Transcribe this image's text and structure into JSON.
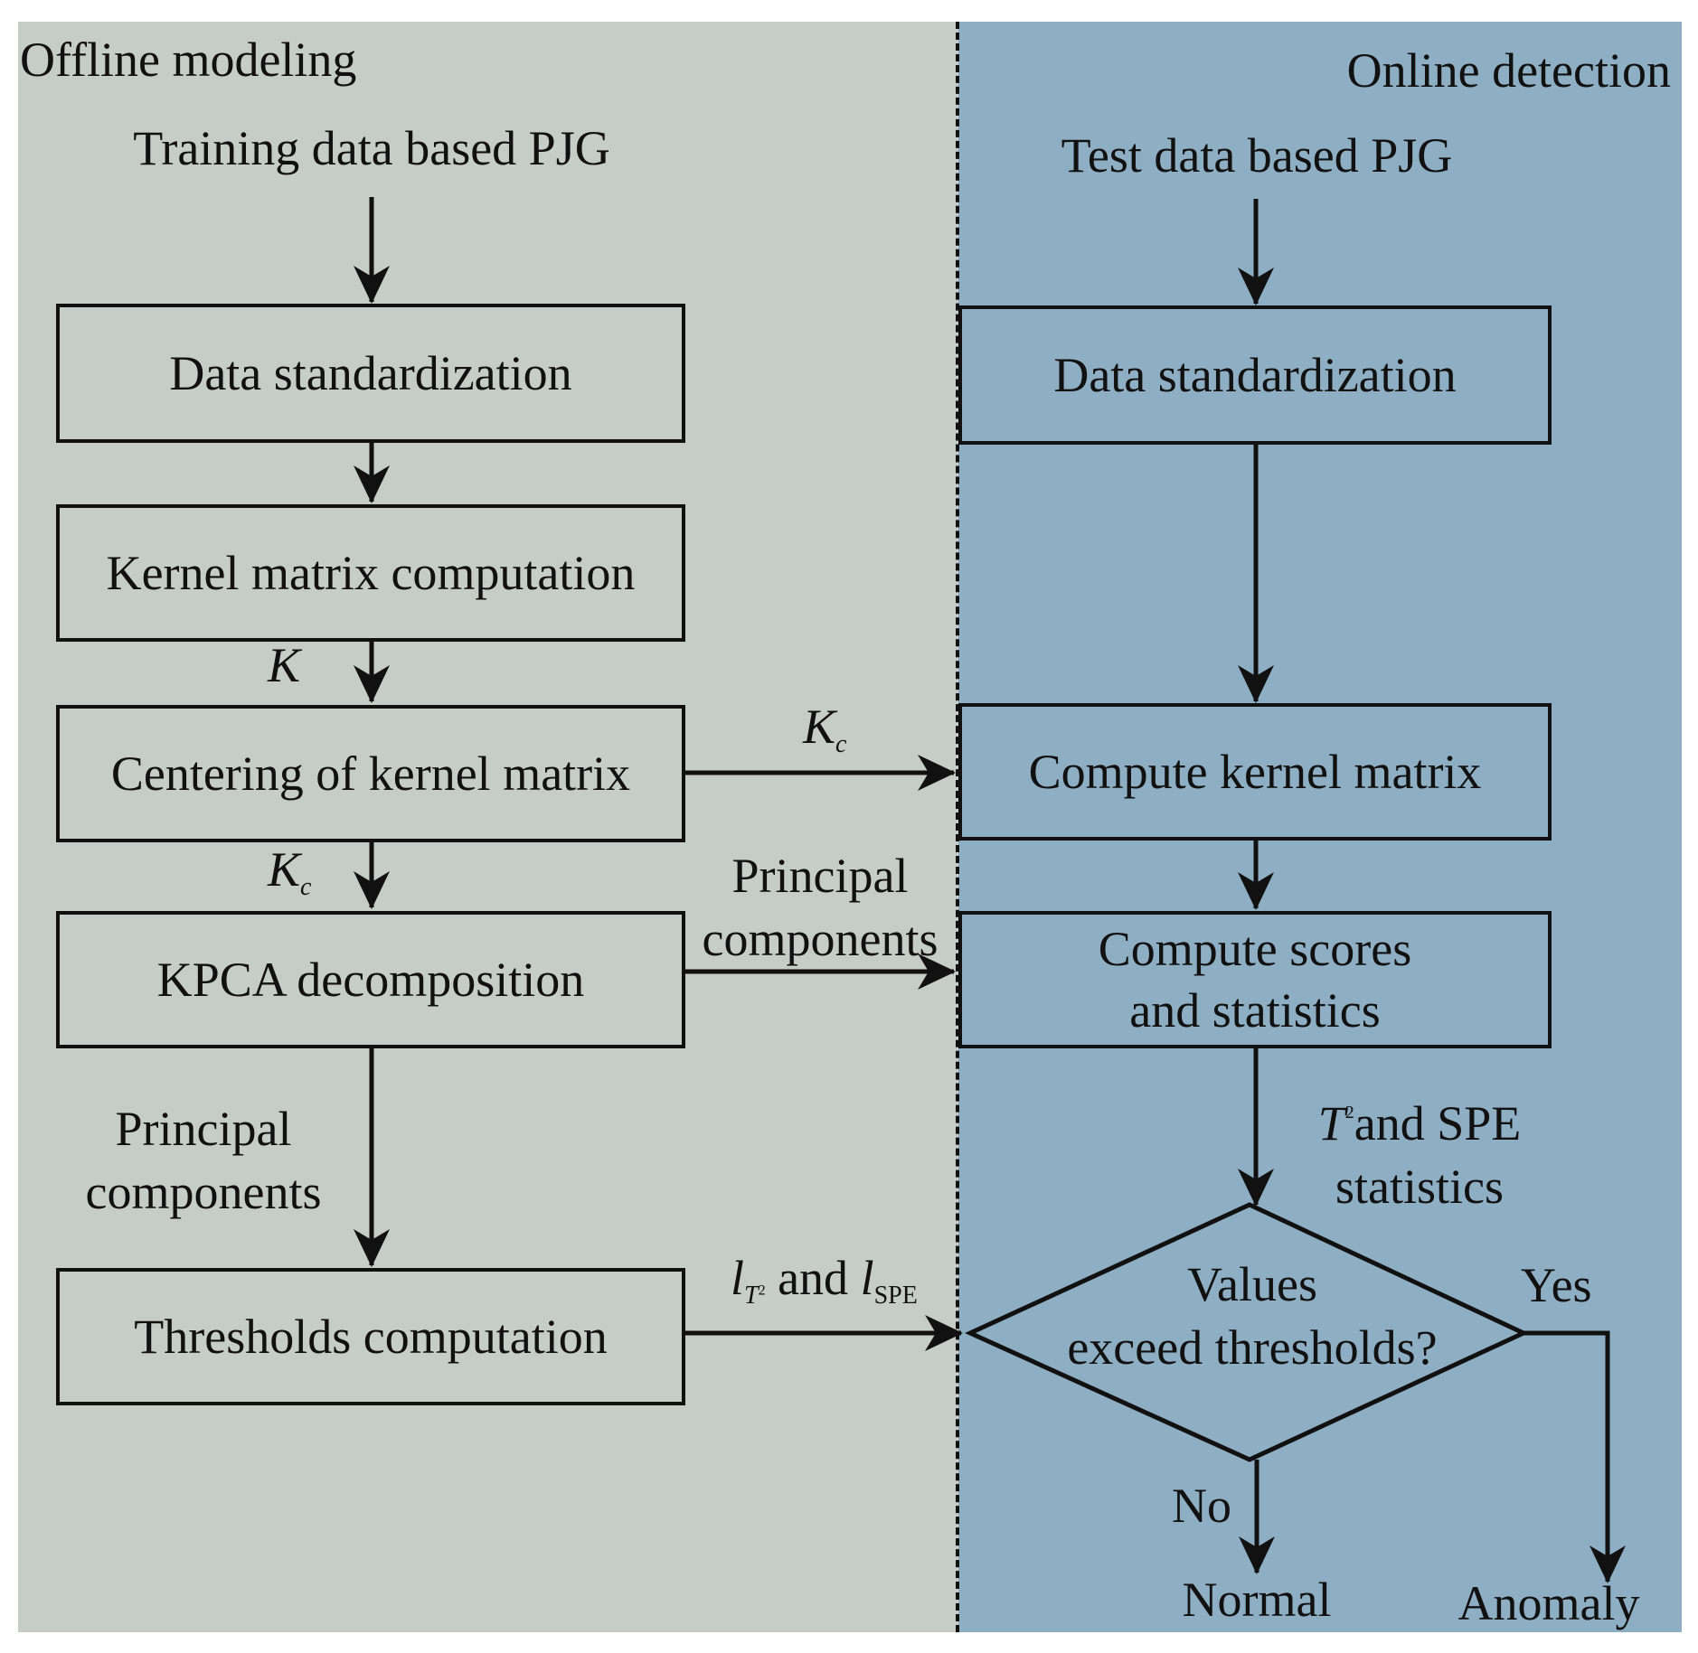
{
  "panels": {
    "offline": {
      "title": "Offline modeling",
      "fill": "#c6ccc8"
    },
    "online": {
      "title": "Online detection",
      "fill": "#8daec3"
    }
  },
  "offline": {
    "input": "Training data based PJG",
    "boxes": [
      "Data standardization",
      "Kernel matrix computation",
      "Centering of kernel matrix",
      "KPCA decomposition",
      "Thresholds computation"
    ],
    "labels": {
      "k": "K",
      "kc_var": "K",
      "kc_sub": "c",
      "principal_components": [
        "Principal",
        "components"
      ]
    }
  },
  "online": {
    "input": "Test data based PJG",
    "boxes": [
      "Data standardization",
      "Compute kernel matrix",
      [
        "Compute scores",
        "and statistics"
      ]
    ],
    "statistics": {
      "var": "T",
      "sup": "2",
      "rest": "and SPE",
      "line2": "statistics"
    },
    "decision": [
      "Values",
      "exceed thresholds?"
    ],
    "yes": "Yes",
    "no": "No",
    "normal": "Normal",
    "anomaly": "Anomaly"
  },
  "cross": {
    "kc_var": "K",
    "kc_sub": "c",
    "principal_components": [
      "Principal",
      "components"
    ],
    "threshold": {
      "l1": "l",
      "l1_sub_var": "T",
      "l1_sub_sup": "2",
      "and": "and",
      "l2": "l",
      "l2_sub": "SPE"
    }
  }
}
